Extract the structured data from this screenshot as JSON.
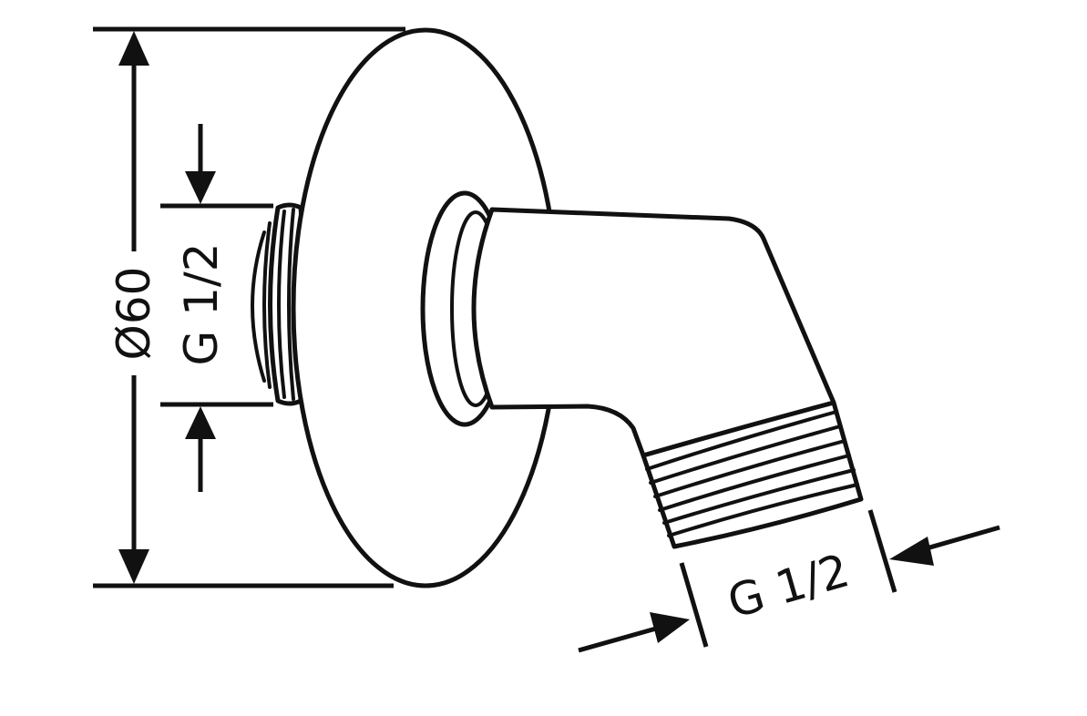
{
  "labels": {
    "flange_diameter": "Ø60",
    "wall_thread": "G 1/2",
    "outlet_thread": "G 1/2"
  }
}
